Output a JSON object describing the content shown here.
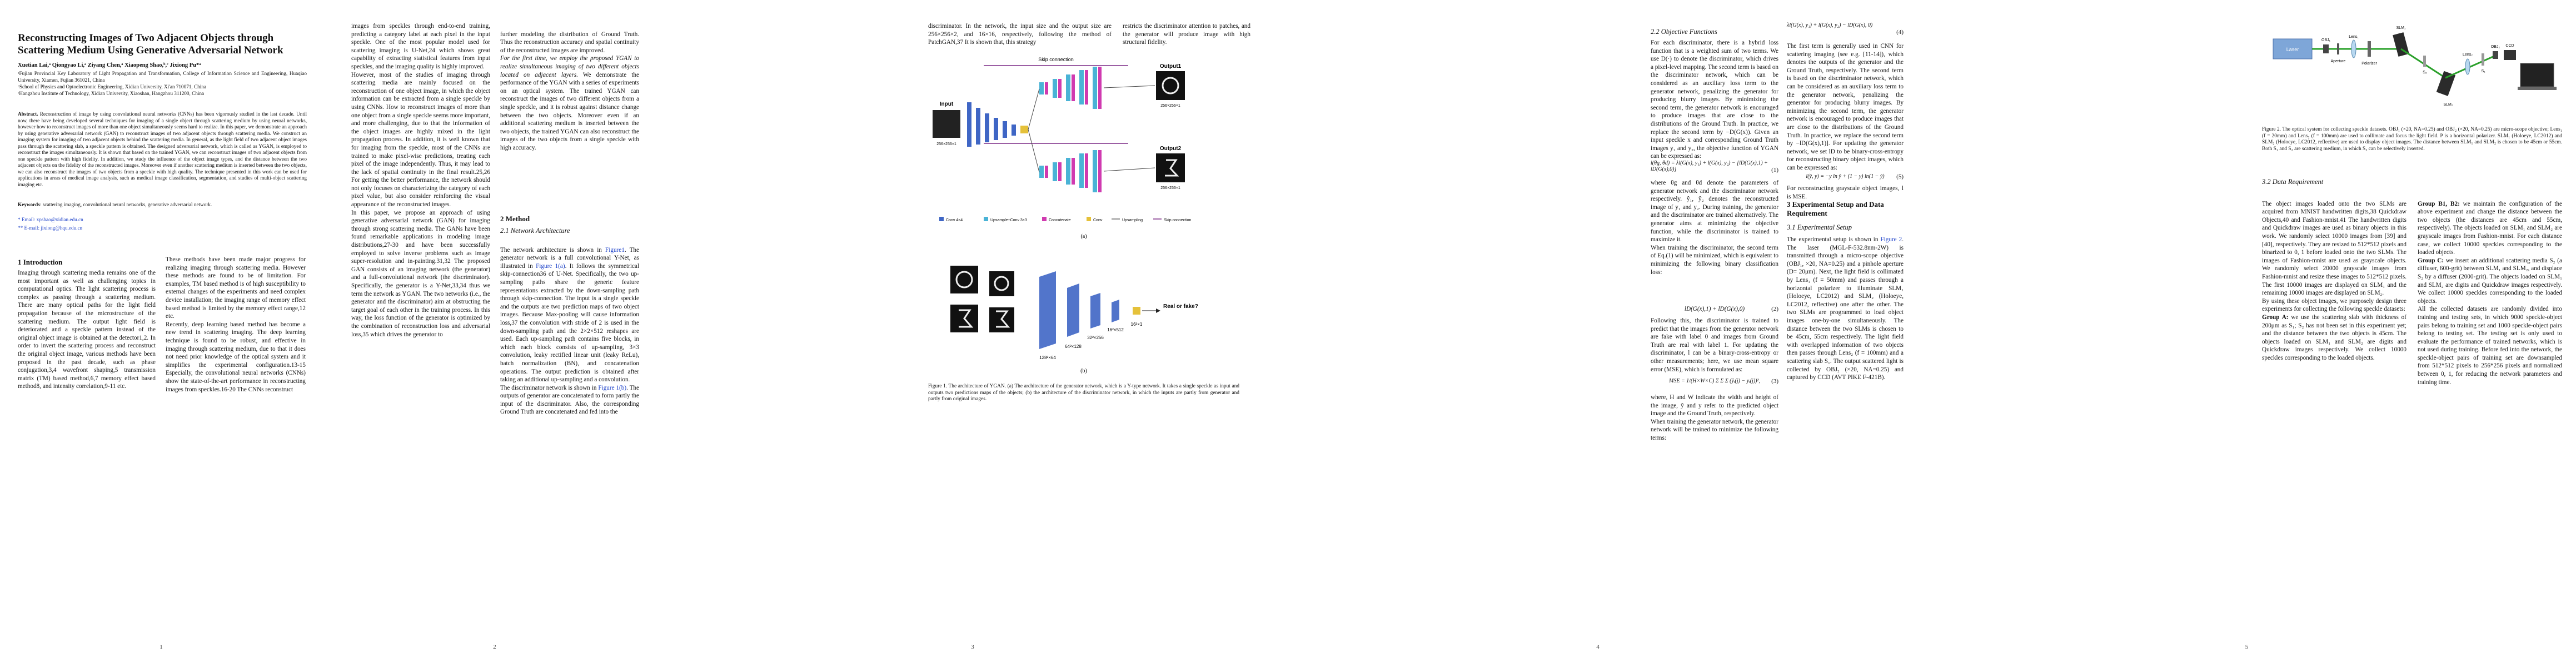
{
  "page1": {
    "title": "Reconstructing Images of Two Adjacent Objects through Scattering Medium Using Generative Adversarial Network",
    "authors": "Xuetian Lai,ᵃ Qiongyao Li,ᵃ Ziyang Chen,ᵃ Xiaopeng Shao,ᵇ,ᶜ Jixiong Pu*ᵃ",
    "affiliations": [
      "ᵃFujian Provincial Key Laboratory of Light Propagation and Transformation, College of Information Science and Engineering, Huaqiao University, Xiamen, Fujian 361021, China",
      "ᵇSchool of Physics and Optoelectronic Engineering, Xidian University, Xi'an 710071, China",
      "ᶜHangzhou Institute of Technology, Xidian University, Xiaoshan, Hangzhou 311200, China"
    ],
    "abstract_label": "Abstract.",
    "abstract": "Reconstruction of image by using convolutional neural networks (CNNs) has been vigorously studied in the last decade. Until now, there have being developed several techniques for imaging of a single object through scattering medium by using neural networks, however how to reconstruct images of more than one object simultaneously seems hard to realize. In this paper, we demonstrate an approach by using generative adversarial network (GAN) to reconstruct images of two adjacent objects through scattering media. We construct an imaging system for imaging of two adjacent objects behind the scattering media. In general, as the light field of two adjacent object images pass through the scattering slab, a speckle pattern is obtained. The designed adversarial network, which is called as YGAN, is employed to reconstruct the images simultaneously. It is shown that based on the trained YGAN, we can reconstruct images of two adjacent objects from one speckle pattern with high fidelity. In addition, we study the influence of the object image types, and the distance between the two adjacent objects on the fidelity of the reconstructed images. Moreover even if another scattering medium is inserted between the two objects, we can also reconstruct the images of two objects from a speckle with high quality. The technique presented in this work can be used for applications in areas of medical image analysis, such as medical image classification, segmentation, and studies of multi-object scattering imaging etc.",
    "keywords_label": "Keywords",
    "keywords": ": scattering imaging, convolutional neural networks, generative adversarial network.",
    "email1": "*  Email: xpshao@xidian.edu.cn",
    "email2": "** E-mail: jixiong@hqu.edu.cn",
    "intro_heading": "1     Introduction",
    "intro_col1": "Imaging through scattering media remains one of the most important as well as challenging topics in computational optics. The light scattering process is complex as passing through a scattering medium. There are many optical paths for the light field propagation because of the microstructure of the scattering medium. The output light field is deteriorated and a speckle pattern instead of the original object image is obtained at the detector1,2. In order to invert the scattering process and reconstruct the original object image, various methods have been proposed in the past decade, such as phase conjugation,3,4 wavefront shaping,5 transmission matrix (TM) based method,6,7 memory effect based method8, and intensity correlation,9-11 etc.",
    "intro_col2": "These methods have been made major progress for realizing imaging through scattering media. However these methods are found to be of limitation. For examples, TM based method is of high susceptibility to external changes of the experiments and need complex device installation; the imaging range of memory effect based method is limited by the memory effect range,12 etc.\n    Recently, deep learning based method has become a new trend in scattering imaging. The deep learning technique is found to be robust, and effective in imaging through scattering medium, due to that it does not need prior knowledge of the optical system and it simplifies the experimental configuration.13-15 Especially, the convolutional neural networks (CNNs) show the state-of-the-art performance in reconstructing images from speckles.16-20 The CNNs reconstruct",
    "num": "1"
  },
  "page2": {
    "col1": "images from speckles through end-to-end training, predicting a category label at each pixel in the input speckle. One of the most popular model used for scattering imaging is U-Net,24 which shows great capability of extracting statistical features from input speckles, and the imaging quality is highly improved.\n    However, most of the studies of imaging through scattering media are mainly focused on the reconstruction of one object image, in which the object information can be extracted from a single speckle by using CNNs. How to reconstruct images of more than one object from a single speckle seems more important, and more challenging, due to that the information of the object images are highly mixed in the light propagation process. In addition, it is well known that for imaging from the speckle, most of the CNNs are trained to make pixel-wise predictions, treating each pixel of the image independently. Thus, it may lead to the lack of spatial continuity in the final result.25,26 For getting the better performance, the network should not only focuses on characterizing the category of each pixel value, but also consider reinforcing the visual appearance of the reconstructed images.\n    In this paper, we propose an approach of using generative adversarial network (GAN) for imaging through strong scattering media. The GANs have been found remarkable applications in modeling image distributions,27-30 and have been successfully employed to solve inverse problems such as image super-resolution and in-painting.31,32 The proposed GAN consists of an imaging network (the generator) and a full-convolutional network (the discriminator). Specifically, the generator is a Y-Net,33,34 thus we term the network as YGAN. The two networks (i.e., the generator and the discriminator) aim at obstructing the target goal of each other in the training process. In this way, the loss function of the generator is optimized by the combination of reconstruction loss and adversarial loss,35 which drives the generator to",
    "col2a": "further modeling the distribution of Ground Truth. Thus the reconstruction accuracy and spatial continuity of the reconstructed images are improved.",
    "col2_italic": "    For the first time, we employ the proposed YGAN to realize simultaneous imaging of two different objects located on adjacent layers.",
    "col2b": " We demonstrate the performance of the YGAN with a series of experiments on an optical system. The trained YGAN can reconstruct the images of two different objects from a single speckle, and it is robust against distance change between the two objects. Moreover even if an additional scattering medium is inserted between the two objects, the trained YGAN can also reconstruct the images of the two objects from a single speckle with high accuracy.",
    "method_heading": "2     Method",
    "subsec21": "2.1  Network Architecture",
    "col2c_pre": "The network architecture is shown in ",
    "fig1_ref": "Figure1",
    "col2c_post": ". The generator network is a full convolutional Y-Net, as illustrated in ",
    "fig1a_ref": "Figure 1(a)",
    "col2c_rest": ". It follows the symmetrical skip-connection36 of U-Net. Specifically, the two up-sampling paths share the generic feature representations extracted by the down-sampling path through skip-connection. The input is a single speckle and the outputs are two prediction maps of two object images. Because Max-pooling will cause information loss,37 the convolution with stride of 2 is used in the down-sampling path and the 2×2×512 reshapes are used. Each up-sampling path contains five blocks, in which each block consists of up-sampling, 3×3 convolution, leaky rectified linear unit (leaky ReLu), batch normalization (BN), and concatenation operations. The output prediction is obtained after taking an additional up-sampling and a convolution.\n    The discriminator network is shown in ",
    "fig1b_ref": "Figure 1(b)",
    "col2d": ". The outputs of generator are concatenated to form partly the input of the discriminator. Also, the corresponding Ground Truth are concatenated and fed into the",
    "num": "2"
  },
  "page3": {
    "topleft": "discriminator. In the network, the input size and the output size are 256×256×2, and 16×16, respectively, following the method of PatchGAN,37 It is shown that, this strategy",
    "topright": "restricts the discriminator attention to patches, and the generator will produce image with high structural fidelity.",
    "fig_a": {
      "skip_label": "Skip connection",
      "input_label": "Input",
      "input_size": "256×256×1",
      "output1_label": "Output1",
      "output1_size": "256×256×1",
      "output2_label": "Output2",
      "output2_size": "256×256×1",
      "legend": [
        "Conv 4×4",
        "Upsample+Conv 3×3",
        "Concatenate",
        "Conv",
        "Upsampling",
        "Skip connection"
      ],
      "sublabel": "(a)"
    },
    "fig_b": {
      "s1": "128²×64",
      "s2": "64²×128",
      "s3": "32²×256",
      "s4": "16²×512",
      "s5": "16²×1",
      "decision": "Real or fake?",
      "sublabel": "(b)"
    },
    "caption": "Figure 1. The architecture of YGAN. (a) The architecture of the generator network, which is a Y-type network. It takes a single speckle as input and outputs two predictions maps of the objects; (b) the architecture of the discriminator network, in which the inputs are partly from generator and partly from original images.",
    "num": "3"
  },
  "page4": {
    "subsec22": "2.2  Objective Functions",
    "p1": "For each discriminator, there is a hybrid loss function that is a weighted sum of two terms. We use D(·) to denote the discriminator, which drives a pixel-level mapping. The second term is based on the discriminator network, which can be considered as an auxiliary loss term to the generator network, penalizing the generator for producing blurry images. By minimizing the second term, the generator network is encouraged to produce images that are close to the distributions of the Ground Truth. In practice, we replace the second term by −D(G(x)). Given an input speckle x and corresponding Ground Truth images y₁ and y₂, the objective function of YGAN can be expressed as:",
    "eq1": "l(θg, θd) = λl(G(x), y₁) + l(G(x), y₂) − [lD(G(x),1) + lD(G(x),0)]",
    "eq1_no": "(1)",
    "p2": "where θg and θd denote the parameters of generator network and the discriminator network respectively. ŷ₁, ŷ₂ denotes the reconstructed image of y₁ and y₂. During training, the generator and the discriminator are trained alternatively. The generator aims at minimizing the objective function, while the discriminator is trained to maximize it.\n    When training the discriminator, the second term of Eq.(1) will be minimized, which is equivalent to minimizing the following binary classification loss:",
    "eq2": "lD(G(x),1) + lD(G(x),0)",
    "eq2_no": "(2)",
    "p3": "Following this, the discriminator is trained to predict that the images from the generator network are fake with label 0 and images from Ground Truth are real with label 1. For updating the discriminator, l can be a binary-cross-entropy or other measurements; here, we use mean square error (MSE), which is formulated as:",
    "eq3": "MSE = 1/(H×W×C) Σ Σ Σ (ŷᵢ(j) − yᵢ(j))²,",
    "eq3_no": "(3)",
    "p4": "where, H and W indicate the width and height of the image, ŷ and y refer to the predicted object image and the Ground Truth, respectively.\n    When training the generator network, the generator network will be trained to minimize the following terms:",
    "right_eq": "λl(G(x), y₁) + l(G(x), y₂) − lD(G(x), 0)",
    "right_eq_no": "(4)",
    "right_p1": "The first term is generally used in CNN for scattering imaging (see e.g. [11-14]), which denotes the outputs of the generator and the Ground Truth, respectively. The second term is based on the discriminator network, which can be considered as an auxiliary loss term to the generator network, penalizing the generator for producing blurry images. By minimizing the second term, the generator network is encouraged to produce images that are close to the distributions of the Ground Truth. In practice, we replace the second term by −lD(G(x),1)]. For updating the generator network, we set lD to be binary-cross-entropy for reconstructing binary object images, which can be expressed as:",
    "eq5": "l(ŷ, y) = −y ln ŷ + (1 − y) ln(1 − ŷ)",
    "eq5_no": "(5)",
    "right_p2": "For reconstructing grayscale object images, l is MSE.",
    "sect3": "3     Experimental Setup and Data Requirement",
    "subsec31": "3.1  Experimental Setup",
    "p31_pre": "The experimental setup is shown in ",
    "fig2_ref": "Figure 2",
    "p31_post": ". The laser (MGL-F-532.8nm-2W) is transmitted through a micro-scope objective (OBJ₁, ×20, NA=0.25) and a pinhole aperture (D= 20μm). Next, the light field is collimated by Lens₁ (f = 50mm) and passes through a horizontal polarizer to illuminate SLM₁ (Holoeye, LC2012) and SLM₂ (Holoeye, LC2012, reflective) one after the other. The two SLMs are programmed to load object images one-by-one simultaneously. The distance between the two SLMs is chosen to be 45cm, 55cm respectively. The light field with overlapped information of two objects then passes through Lens₂ (f = 100mm) and a scattering slab S₁. The output scattered light is collected by OBJ₂ (×20, NA=0.25) and captured by CCD (AVT PIKE F-421B).",
    "num": "4"
  },
  "page5": {
    "fig2": {
      "laser": "Laser",
      "obj1": "OBJ₁",
      "aperture": "Aperture",
      "lens1": "Lens₁",
      "polarizer": "Polarizer",
      "slm1": "SLM₁",
      "slm2": "SLM₂",
      "lens2": "Lens₂",
      "s1": "S₁",
      "s2": "S₂",
      "obj2": "OBJ₂",
      "ccd": "CCD"
    },
    "caption": "Figure 2. The optical system for collecting speckle datasets. OBJ₁ (×20, NA=0.25) and OBJ₂ (×20, NA=0.25) are micro-scope objective; Lens₁ (f = 20mm) and Lens₂ (f = 100mm) are used to collimate and focus the light field. P is a horizontal polarizer. SLM₁ (Holoeye, LC2012) and SLM₂ (Holoeye, LC2012, reflective) are used to display object images. The distance between SLM₁ and SLM₂ is chosen to be 45cm or 55cm. Both S₁ and S₂ are scattering medium, in which S₂ can be selectively inserted.",
    "subsec32": "3.2  Data Requirement",
    "col1": "The object images loaded onto the two SLMs are acquired from MNIST handwritten digits,38 Quickdraw Objects,40 and Fashion-mnist.41 The handwritten digits and Quickdraw images are used as binary objects in this work. We randomly select 10000 images from [39] and [40], respectively. They are resized to 512*512 pixels and binarized to 0, 1 before loaded onto the two SLMs. The images of Fashion-mnist are used as grayscale objects. We randomly select 20000 grayscale images from Fashion-mnist and resize these images to 512*512 pixels. The first 10000 images are displayed on SLM₁ and the remaining 10000 images are displayed on SLM₂.\n    By using these object images, we purposely design three experiments for collecting the following speckle datasets:",
    "groupA_label": "Group A:",
    "groupA": " we use the scattering slab with thickness of 200μm as S₁; S₂ has not been set in this experiment yet; and the distance between the two objects is 45cm. The objects loaded on SLM₁ and SLM₂ are digits and Quickdraw images respectively. We collect 10000 speckles corresponding to the loaded objects.",
    "groupB_label": "Group B1, B2:",
    "groupB": " we maintain the configuration of the above experiment and change the distance between the two objects (the distances are 45cm and 55cm, respectively). The objects loaded on SLM₁ and SLM₂ are grayscale images from Fashion-mnist. For each distance case, we collect 10000 speckles corresponding to the loaded objects.",
    "groupC_label": "Group C:",
    "groupC": " we insert an additional scattering media S₂ (a diffuser, 600-grit) between SLM₁ and SLM₂, and displace S₂ by a diffuser (2000-grit). The objects loaded on SLM₁ and SLM₂ are digits and Quickdraw images respectively. We collect 10000 speckles corresponding to the loaded objects.\n    All the collected datasets are randomly divided into training and testing sets, in which 9000 speckle-object pairs belong to training set and 1000 speckle-object pairs belong to testing set. The testing set is only used to evaluate the performance of trained networks, which is not used during training. Before fed into the network, the speckle-object pairs of training set are downsampled from 512*512 pixels to 256*256 pixels and normalized between 0, 1, for reducing the network parameters and training time.",
    "num": "5"
  }
}
